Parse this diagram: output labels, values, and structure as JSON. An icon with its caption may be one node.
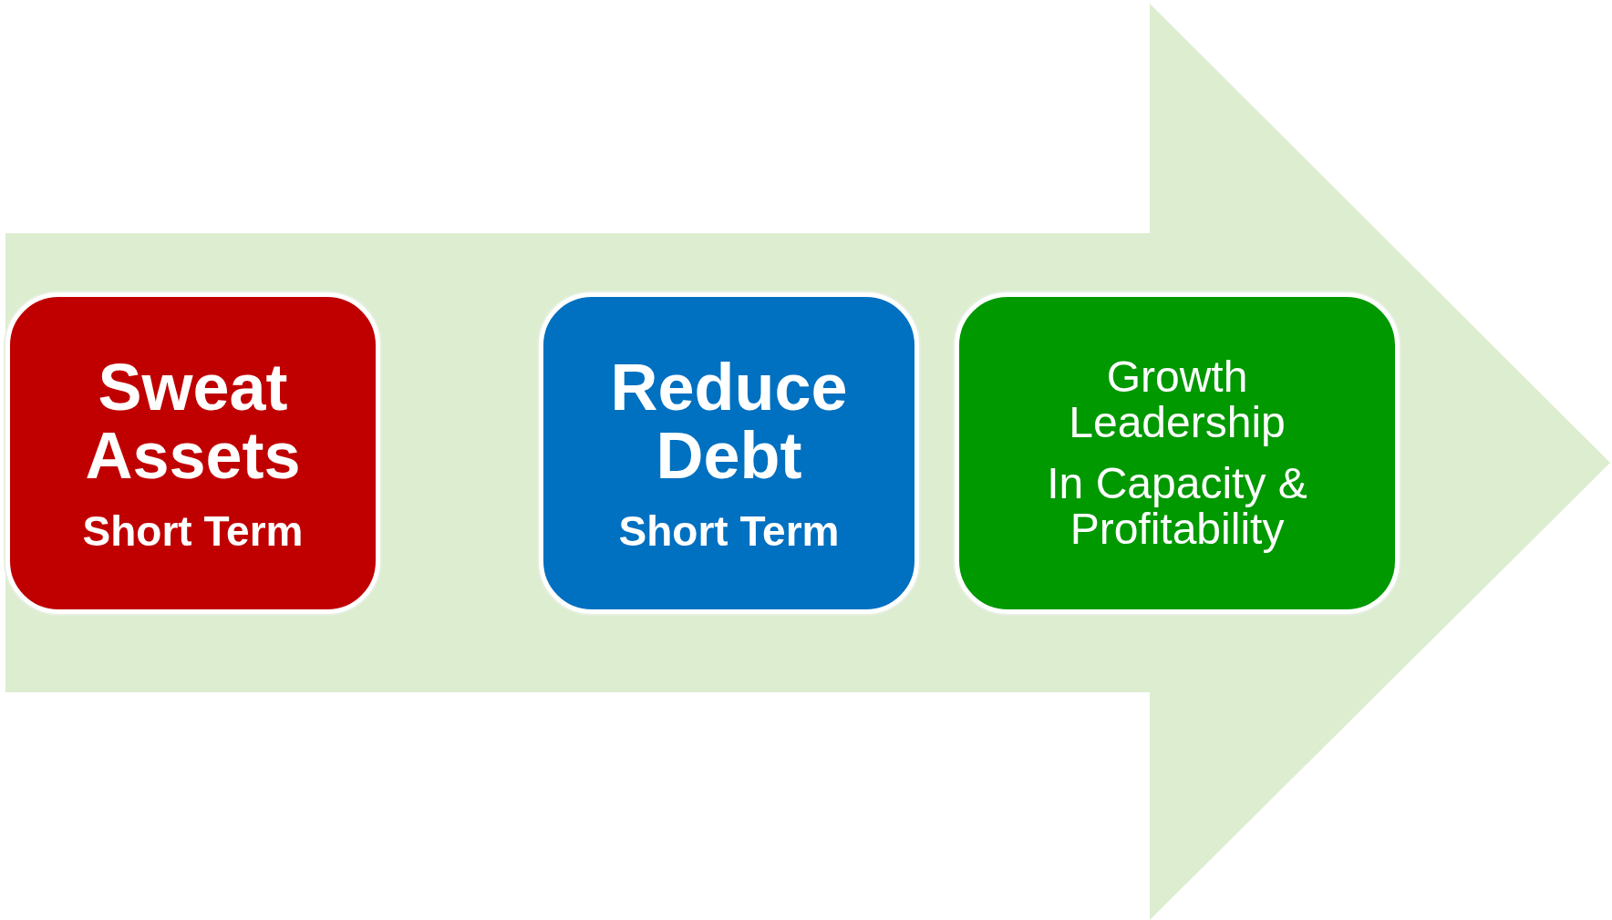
{
  "diagram": {
    "nodes": [
      {
        "text": [
          "Sweat Assets",
          "Short Term"
        ]
      },
      {
        "text": [
          "Reduce Debt",
          "Short Term"
        ]
      },
      {
        "text": [
          "Growth Leadership",
          "In Capacity & Profitability"
        ]
      }
    ]
  }
}
